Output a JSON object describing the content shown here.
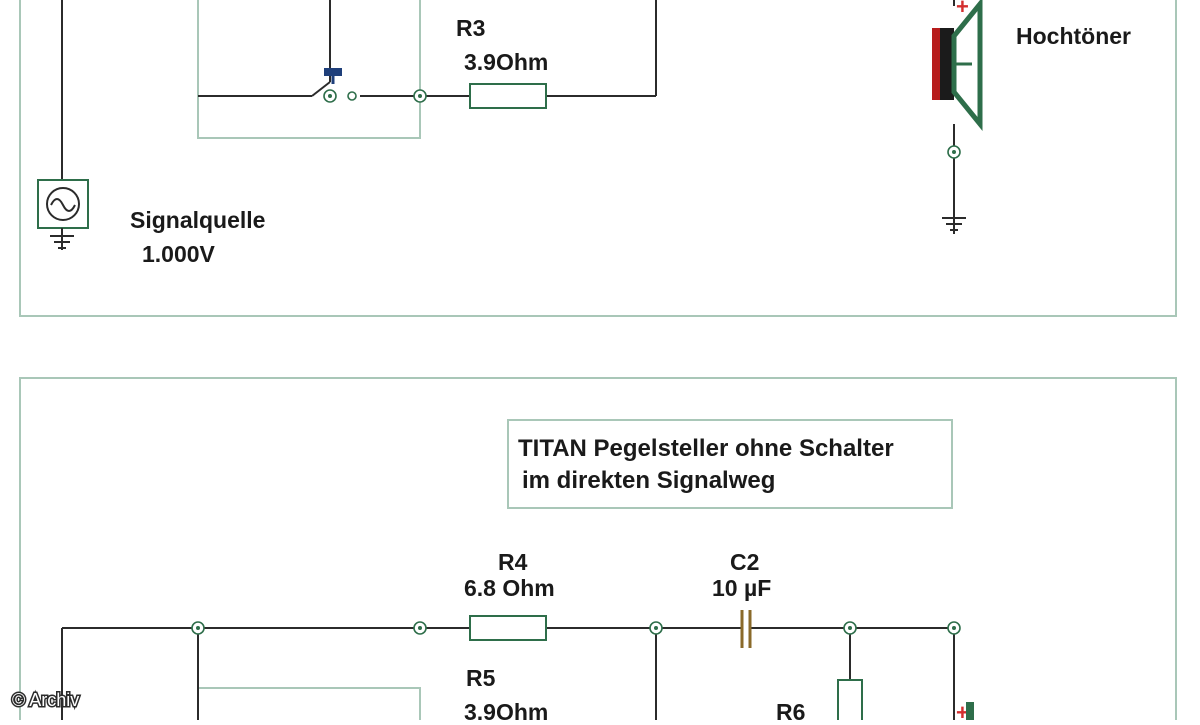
{
  "top_panel": {
    "resistor_r3": {
      "name": "R3",
      "value": "3.9Ohm"
    },
    "tweeter_label": "Hochtöner",
    "source_label": "Signalquelle",
    "source_value": "1.000V",
    "plus_sign": "+"
  },
  "bottom_panel": {
    "title_line1": "TITAN Pegelsteller ohne Schalter",
    "title_line2": "im direkten Signalweg",
    "resistor_r4": {
      "name": "R4",
      "value": "6.8 Ohm"
    },
    "capacitor_c2": {
      "name": "C2",
      "value": "10 µF"
    },
    "resistor_r5": {
      "name": "R5",
      "value": "3.9Ohm"
    },
    "resistor_r6": {
      "name": "R6"
    },
    "plus_sign": "+"
  },
  "credit": "© Archiv",
  "colors": {
    "frame": "#a9c7b8",
    "wire": "#2b2b2b",
    "component": "#2e6e4a",
    "speaker_red": "#b71c1c",
    "switch_blue": "#1f3f7a"
  }
}
